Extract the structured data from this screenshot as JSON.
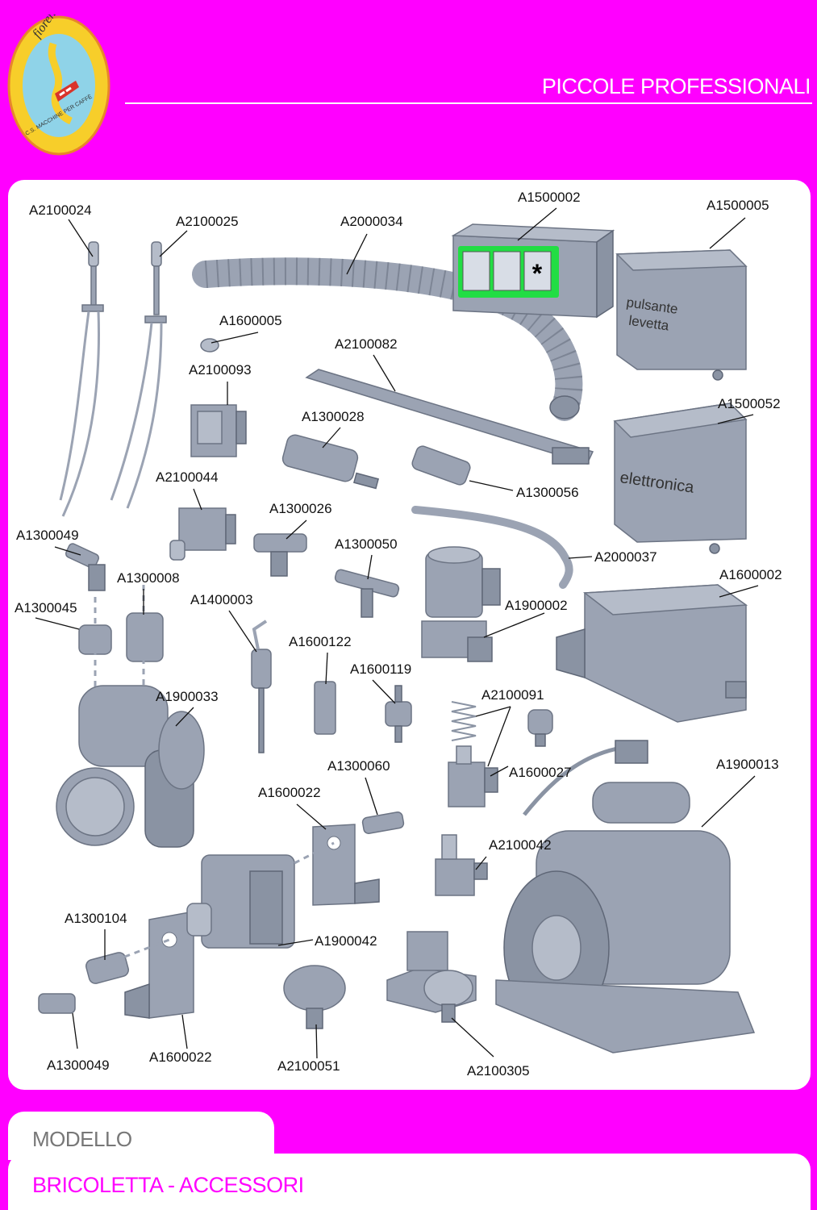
{
  "header": {
    "brand": "fiorenzato",
    "brand_subtitle": "C.S. MACCHINE PER CAFFÈ",
    "title": "PICCOLE PROFESSIONALI"
  },
  "footer": {
    "modello_label": "MODELLO",
    "model_name": "BRICOLETTA - ACCESSORI"
  },
  "colors": {
    "background": "#ff00ff",
    "panel": "#ffffff",
    "part_fill": "#9ba3b3",
    "keypad_glow": "#22dd44"
  },
  "diagram": {
    "part_texts": {
      "box_switch": "pulsante levetta",
      "box_electronic": "elettronica",
      "keypad_star": "*"
    },
    "labels": [
      {
        "id": "lbl-a2100024",
        "code": "A2100024"
      },
      {
        "id": "lbl-a2100025",
        "code": "A2100025"
      },
      {
        "id": "lbl-a2000034",
        "code": "A2000034"
      },
      {
        "id": "lbl-a1500002",
        "code": "A1500002"
      },
      {
        "id": "lbl-a1500005",
        "code": "A1500005"
      },
      {
        "id": "lbl-a1600005",
        "code": "A1600005"
      },
      {
        "id": "lbl-a2100082",
        "code": "A2100082"
      },
      {
        "id": "lbl-a2100093",
        "code": "A2100093"
      },
      {
        "id": "lbl-a1300028",
        "code": "A1300028"
      },
      {
        "id": "lbl-a1500052",
        "code": "A1500052"
      },
      {
        "id": "lbl-a1300056",
        "code": "A1300056"
      },
      {
        "id": "lbl-a2100044",
        "code": "A2100044"
      },
      {
        "id": "lbl-a1300026",
        "code": "A1300026"
      },
      {
        "id": "lbl-a1300049-top",
        "code": "A1300049"
      },
      {
        "id": "lbl-a1300050",
        "code": "A1300050"
      },
      {
        "id": "lbl-a2000037",
        "code": "A2000037"
      },
      {
        "id": "lbl-a1300008",
        "code": "A1300008"
      },
      {
        "id": "lbl-a1600002",
        "code": "A1600002"
      },
      {
        "id": "lbl-a1400003",
        "code": "A1400003"
      },
      {
        "id": "lbl-a1300045",
        "code": "A1300045"
      },
      {
        "id": "lbl-a1900002",
        "code": "A1900002"
      },
      {
        "id": "lbl-a1600122",
        "code": "A1600122"
      },
      {
        "id": "lbl-a1600119",
        "code": "A1600119"
      },
      {
        "id": "lbl-a1900033",
        "code": "A1900033"
      },
      {
        "id": "lbl-a2100091",
        "code": "A2100091"
      },
      {
        "id": "lbl-a1900013",
        "code": "A1900013"
      },
      {
        "id": "lbl-a1300060",
        "code": "A1300060"
      },
      {
        "id": "lbl-a1600027",
        "code": "A1600027"
      },
      {
        "id": "lbl-a1600022-top",
        "code": "A1600022"
      },
      {
        "id": "lbl-a2100042",
        "code": "A2100042"
      },
      {
        "id": "lbl-a1300104",
        "code": "A1300104"
      },
      {
        "id": "lbl-a1900042",
        "code": "A1900042"
      },
      {
        "id": "lbl-a1300049-bottom",
        "code": "A1300049"
      },
      {
        "id": "lbl-a1600022-bottom",
        "code": "A1600022"
      },
      {
        "id": "lbl-a2100051",
        "code": "A2100051"
      },
      {
        "id": "lbl-a2100305",
        "code": "A2100305"
      }
    ]
  }
}
